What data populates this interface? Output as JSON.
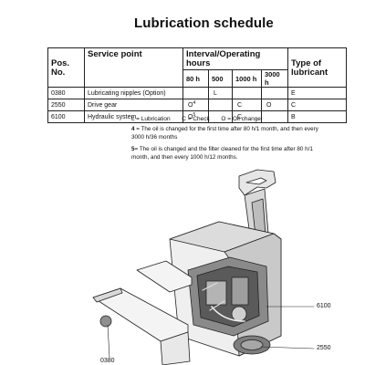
{
  "title": "Lubrication schedule",
  "table": {
    "headers": {
      "pos": "Pos. No.",
      "service_point": "Service point",
      "interval": "Interval/Operating hours",
      "type": "Type of lubricant"
    },
    "hours": [
      "80 h",
      "500",
      "1000 h",
      "3000 h"
    ],
    "rows": [
      {
        "pos": "0380",
        "point": "Lubricating nipples (Option)",
        "h80": "",
        "h500": "L",
        "h1000": "",
        "h3000": "",
        "lub": "E"
      },
      {
        "pos": "2550",
        "point": "Drive gear",
        "h80": "O",
        "h80_sup": "4",
        "h500": "",
        "h1000": "C",
        "h3000": "O",
        "lub": "C"
      },
      {
        "pos": "6100",
        "point": "Hydraulic system",
        "h80": "O",
        "h80_sup": "5",
        "h500": "",
        "h1000": "C",
        "h3000": "",
        "lub": "B"
      }
    ]
  },
  "legend": "L = Lubrication       C = Check       O = Oil change",
  "notes": [
    {
      "num": "4",
      "text": " = The oil is changed for the first time after 80 h/1 month, and then every 3000 h/36 months"
    },
    {
      "num": "5",
      "text": "= The oil is changed and the filter cleaned for the first time after 80 h/1 month, and then every 1000 h/12 months."
    }
  ],
  "callouts": [
    "6100",
    "2550",
    "0380"
  ]
}
